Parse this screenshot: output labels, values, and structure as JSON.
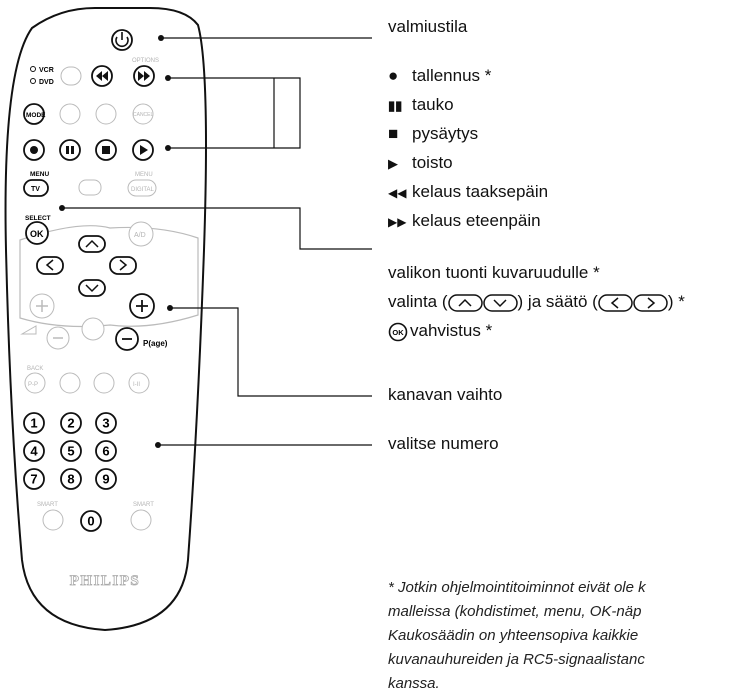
{
  "remote": {
    "brand": "PHILIPS",
    "side_labels": {
      "vcr": "VCR",
      "dvd": "DVD",
      "options": "OPTIONS",
      "select": "SELECT",
      "back": "BACK",
      "smart_left": "SMART",
      "smart_right": "SMART"
    },
    "buttons": {
      "mode": "MODE",
      "cancel": "CANCEL",
      "menu_top": "MENU",
      "tv": "TV",
      "menu_right": "MENU",
      "digital": "DIGITAL",
      "ok": "OK",
      "ad": "A/D",
      "pp": "P-P",
      "i_ii": "I-II",
      "page": "P(age)"
    },
    "digits": [
      "1",
      "2",
      "3",
      "4",
      "5",
      "6",
      "7",
      "8",
      "9",
      "0"
    ]
  },
  "callouts": {
    "standby": "valmiustila",
    "record": "tallennus *",
    "pause": "tauko",
    "stop": "pysäytys",
    "play": "toisto",
    "rewind": "kelaus taaksepäin",
    "forward": "kelaus eteenpäin",
    "menu": "valikon tuonti kuvaruudulle *",
    "select_prefix": "valinta (",
    "select_mid": ") ja säätö (",
    "select_suffix": ") *",
    "confirm": "vahvistus *",
    "channel": "kanavan vaihto",
    "number": "valitse numero"
  },
  "footnote": "* Jotkin ohjelmointitoiminnot eivät ole k\nmalleissa (kohdistimet, menu, OK-näp\nKaukosäädin on yhteensopiva kaikkie\nkuvanauhureiden ja RC5-signaalistanc\nkanssa.",
  "colors": {
    "ink": "#111111",
    "ghost": "#b4b4b4"
  }
}
